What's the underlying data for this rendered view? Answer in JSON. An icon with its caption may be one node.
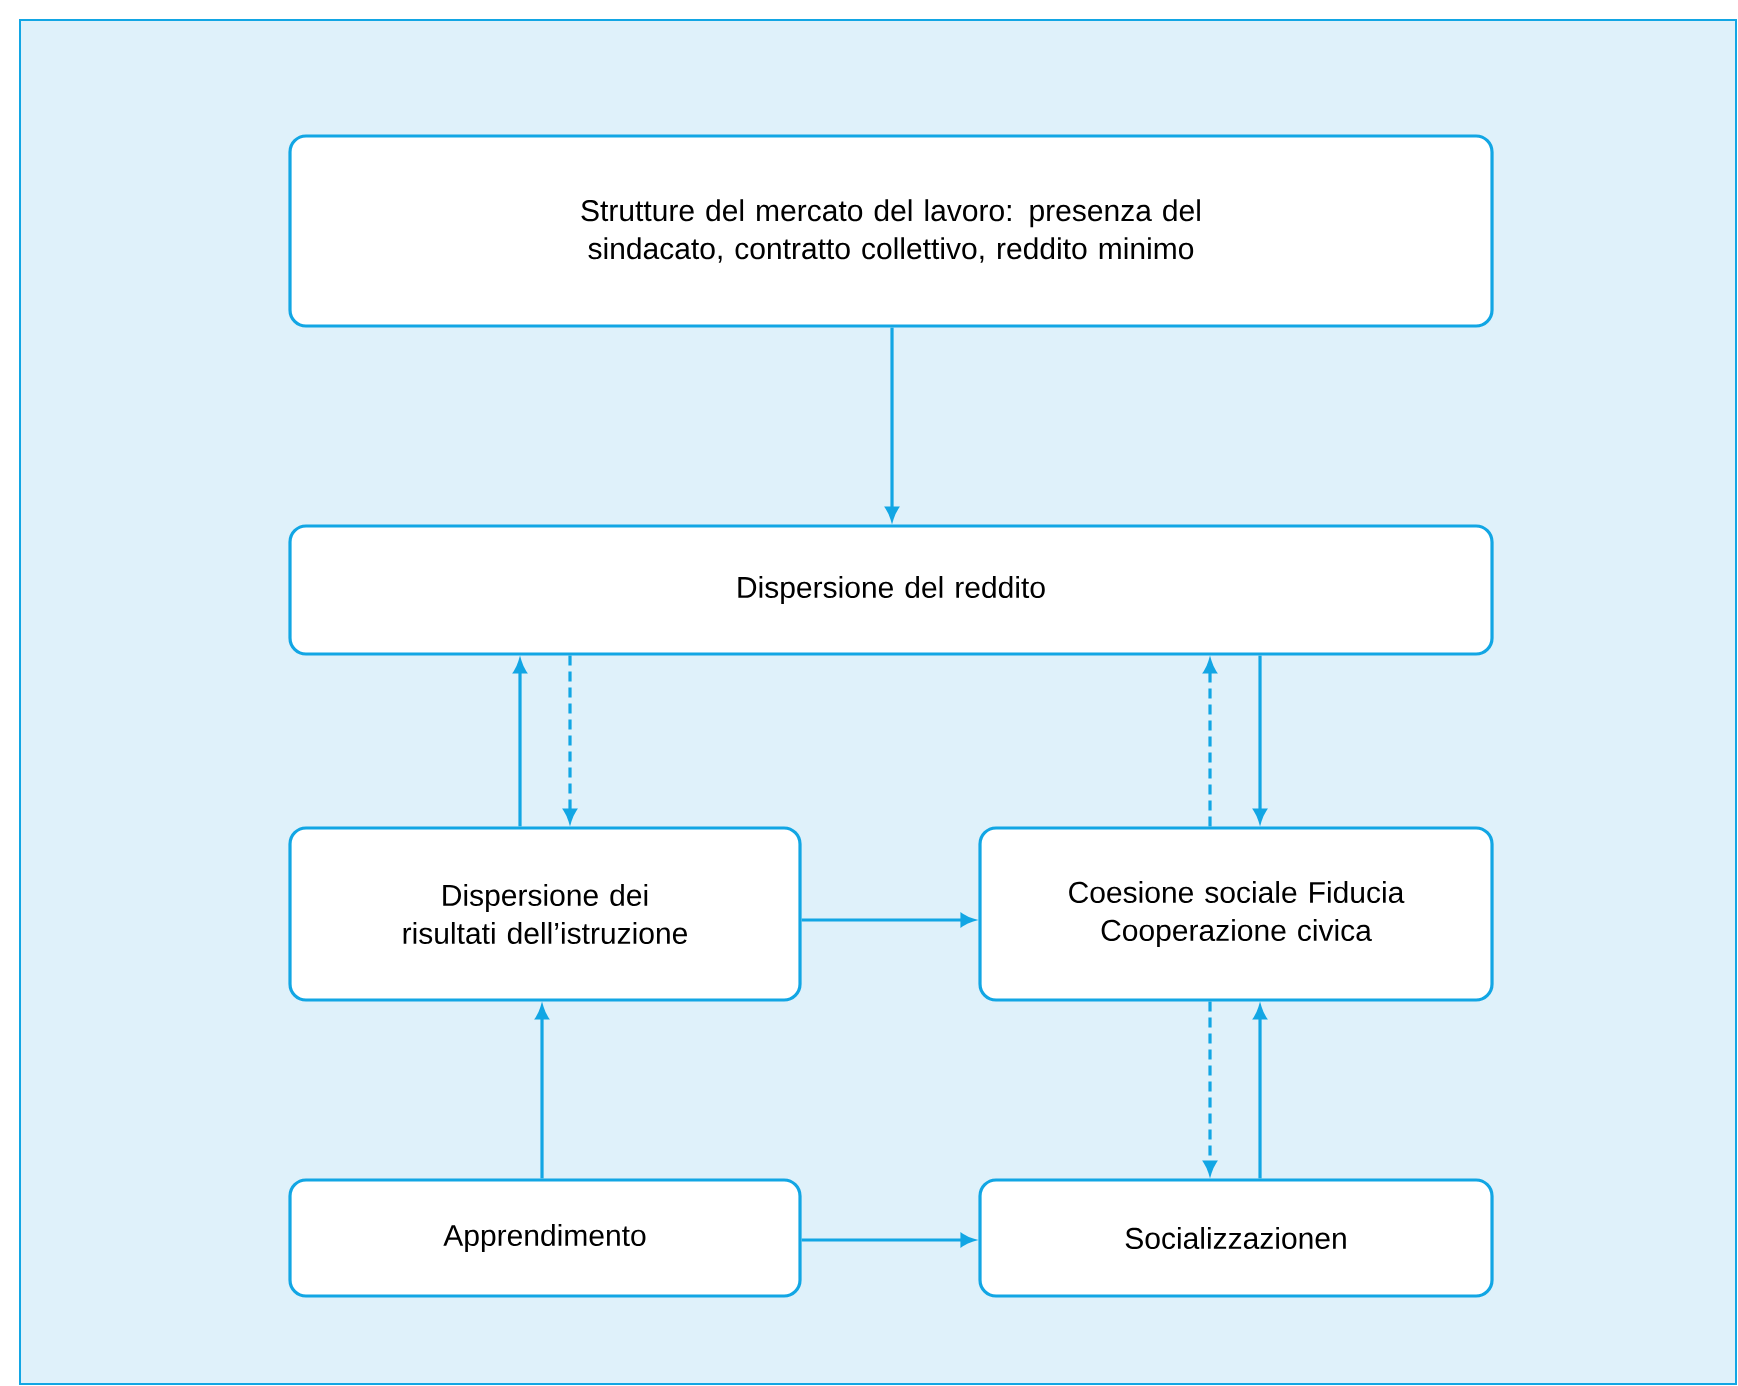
{
  "diagram": {
    "nodes": [
      {
        "text": [
          "Strutture del mercato del lavoro: presenza del sindacato, contratto collettivo, reddito minimo"
        ]
      },
      {
        "text": [
          "Dispersione del reddito"
        ]
      },
      {
        "text": [
          "Dispersione dei risultati dell’istruzione"
        ]
      },
      {
        "text": [
          "Coesione sociale Fiducia Cooperazione civica"
        ]
      },
      {
        "text": [
          "Apprendimento"
        ]
      },
      {
        "text": [
          "Socializzazionen"
        ]
      }
    ],
    "edges": [
      {
        "from": 0,
        "to": 1,
        "arrow": "to"
      },
      {
        "from": 2,
        "to": 1,
        "arrow": "to"
      },
      {
        "from": 1,
        "to": 2,
        "arrow": "to",
        "style": "dashed"
      },
      {
        "from": 3,
        "to": 1,
        "arrow": "to",
        "style": "dashed"
      },
      {
        "from": 1,
        "to": 3,
        "arrow": "to"
      },
      {
        "from": 2,
        "to": 3,
        "arrow": "to"
      },
      {
        "from": 4,
        "to": 2,
        "arrow": "to"
      },
      {
        "from": 4,
        "to": 5,
        "arrow": "to"
      },
      {
        "from": 3,
        "to": 5,
        "arrow": "to",
        "style": "dashed"
      },
      {
        "from": 5,
        "to": 3,
        "arrow": "to"
      }
    ]
  }
}
